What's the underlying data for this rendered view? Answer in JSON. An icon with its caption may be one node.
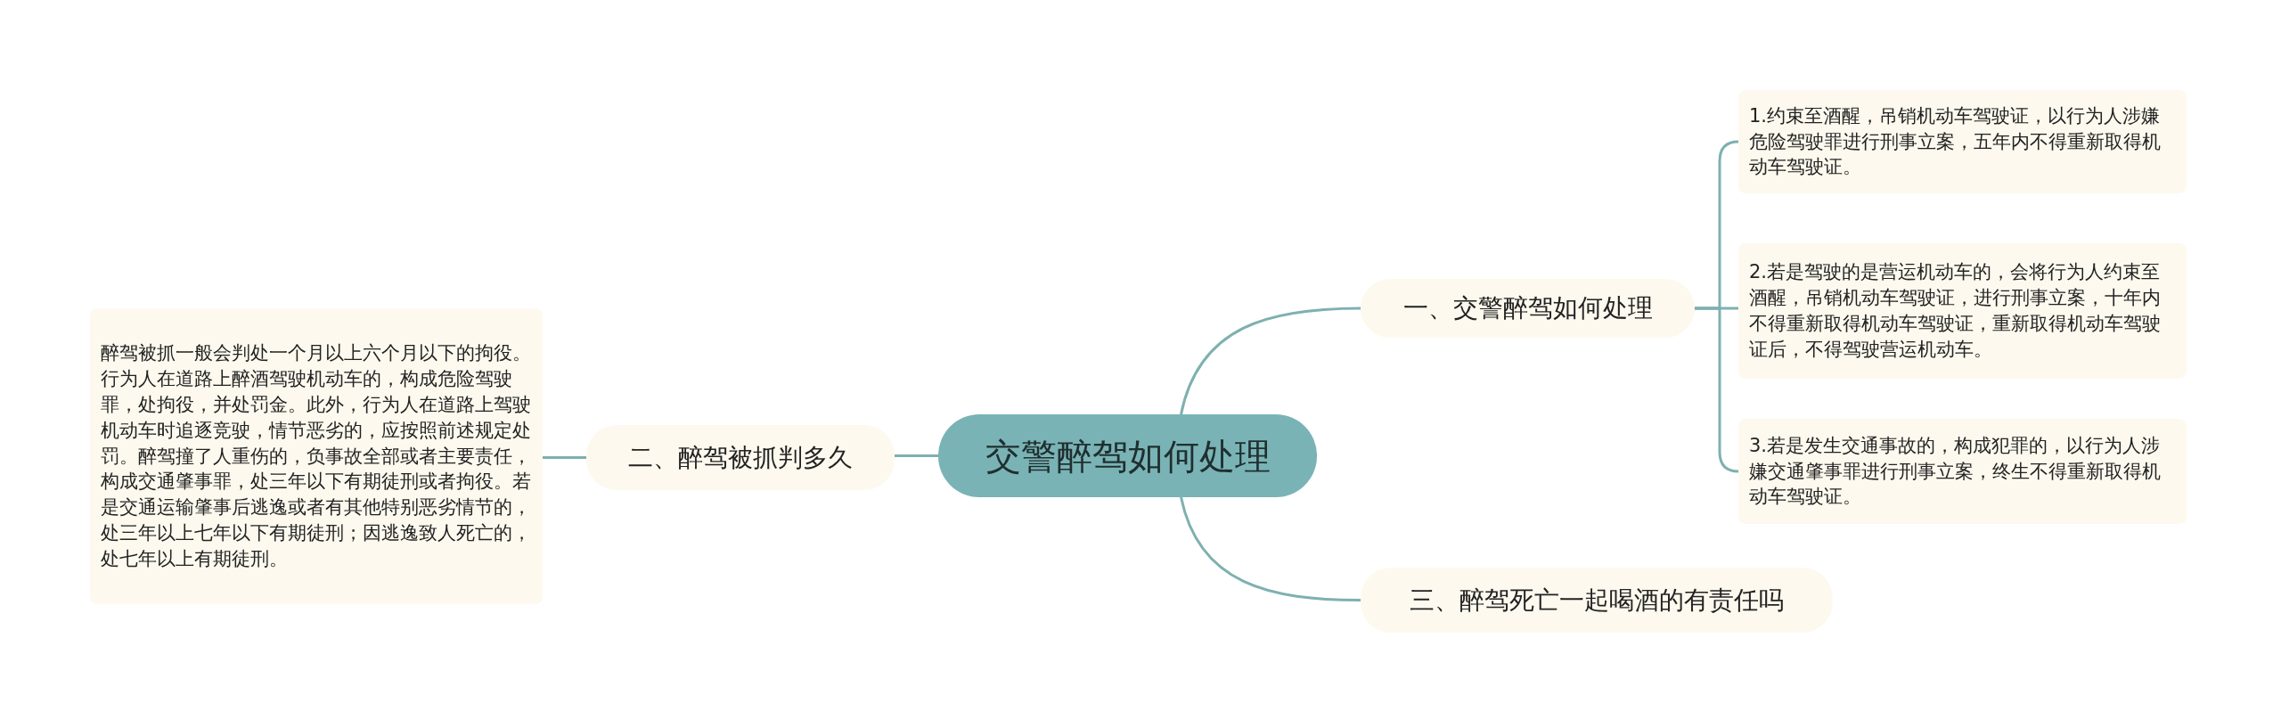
{
  "diagram": {
    "nodes": [
      {
        "text": [
          "交警醉驾如何处理"
        ]
      },
      {
        "text": [
          "一、交警醉驾如何处理"
        ]
      },
      {
        "text": [
          "1.约束至酒醒，吊销机动车驾驶证，以行为人涉嫌危险驾驶罪进行刑事立案，五年内不得重新取得机动车驾驶证。"
        ]
      },
      {
        "text": [
          "2.若是驾驶的是营运机动车的，会将行为人约束至酒醒，吊销机动车驾驶证，进行刑事立案，十年内不得重新取得机动车驾驶证，重新取得机动车驾驶证后，不得驾驶营运机动车。"
        ]
      },
      {
        "text": [
          "3.若是发生交通事故的，构成犯罪的，以行为人涉嫌交通肇事罪进行刑事立案，终生不得重新取得机动车驾驶证。"
        ]
      },
      {
        "text": [
          "二、醉驾被抓判多久"
        ]
      },
      {
        "text": [
          "醉驾被抓一般会判处一个月以上六个月以下的拘役。行为人在道路上醉酒驾驶机动车的，构成危险驾驶罪，处拘役，并处罚金。此外，行为人在道路上驾驶机动车时追逐竞驶，情节恶劣的，应按照前述规定处罚。醉驾撞了人重伤的，负事故全部或者主要责任，构成交通肇事罪，处三年以下有期徒刑或者拘役。若是交通运输肇事后逃逸或者有其他特别恶劣情节的，处三年以上七年以下有期徒刑；因逃逸致人死亡的，处七年以上有期徒刑。"
        ]
      },
      {
        "text": [
          "三、醉驾死亡一起喝酒的有责任吗"
        ]
      }
    ],
    "edges": [
      {
        "from": 0,
        "to": 1,
        "arrow": "none"
      },
      {
        "from": 1,
        "to": 2,
        "arrow": "none"
      },
      {
        "from": 1,
        "to": 3,
        "arrow": "none"
      },
      {
        "from": 1,
        "to": 4,
        "arrow": "none"
      },
      {
        "from": 0,
        "to": 5,
        "arrow": "none"
      },
      {
        "from": 5,
        "to": 6,
        "arrow": "none"
      },
      {
        "from": 0,
        "to": 7,
        "arrow": "none"
      }
    ]
  }
}
